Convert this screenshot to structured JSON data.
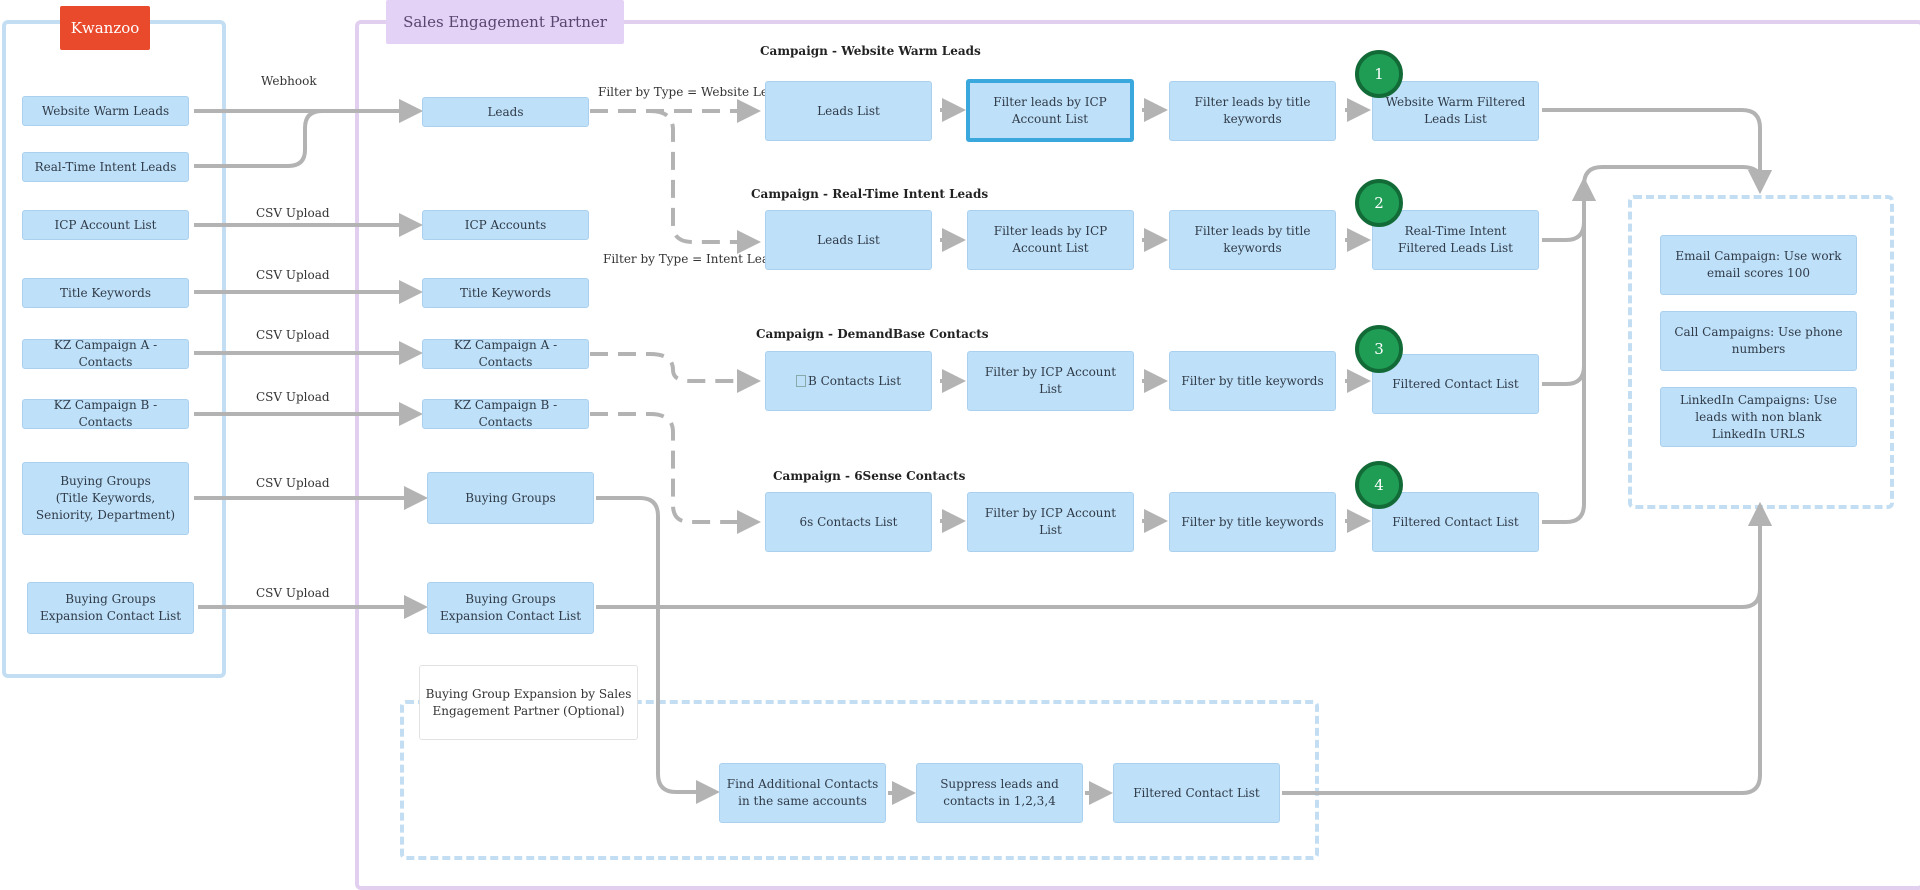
{
  "kwanzoo": {
    "tag": "Kwanzoo",
    "items": {
      "website_warm_leads": "Website Warm Leads",
      "real_time_intent_leads": "Real-Time Intent Leads",
      "icp_account_list": "ICP Account List",
      "title_keywords": "Title Keywords",
      "kz_campaign_a": "KZ Campaign A - Contacts",
      "kz_campaign_b": "KZ Campaign B - Contacts",
      "buying_groups": "Buying Groups\n(Title Keywords, Seniority, Department)",
      "buying_groups_expansion": "Buying Groups Expansion Contact List"
    }
  },
  "connectors": {
    "webhook": "Webhook",
    "csv_upload": "CSV Upload",
    "filter_website": "Filter by Type = Website Lead",
    "filter_intent": "Filter by Type = Intent Lead"
  },
  "sep": {
    "tag": "Sales Engagement Partner",
    "inputs": {
      "leads": "Leads",
      "icp_accounts": "ICP Accounts",
      "title_keywords": "Title Keywords",
      "kz_campaign_a": "KZ Campaign A - Contacts",
      "kz_campaign_b": "KZ Campaign B - Contacts",
      "buying_groups": "Buying Groups",
      "buying_groups_expansion": "Buying Groups Expansion Contact List"
    },
    "campaigns": [
      {
        "title": "Campaign - Website Warm Leads",
        "number": "1",
        "steps": [
          "Leads List",
          "Filter leads by ICP Account List",
          "Filter leads by title keywords",
          "Website Warm Filtered Leads List"
        ]
      },
      {
        "title": "Campaign - Real-Time Intent Leads",
        "number": "2",
        "steps": [
          "Leads List",
          "Filter leads by ICP Account List",
          "Filter leads by title keywords",
          "Real-Time Intent Filtered Leads List"
        ]
      },
      {
        "title": "Campaign - DemandBase Contacts",
        "number": "3",
        "steps": [
          "B Contacts List",
          "Filter  by ICP Account List",
          "Filter  by title keywords",
          "Filtered Contact List"
        ]
      },
      {
        "title": "Campaign - 6Sense Contacts",
        "number": "4",
        "steps": [
          "6s Contacts  List",
          "Filter  by ICP Account List",
          "Filter  by title keywords",
          "Filtered Contact List"
        ]
      }
    ],
    "expansion": {
      "label": "Buying Group Expansion by Sales Engagement Partner (Optional)",
      "steps": [
        "Find Additional Contacts in the same accounts",
        "Suppress leads and contacts in 1,2,3,4",
        "Filtered Contact List"
      ]
    },
    "outputs": [
      "Email Campaign: Use work email scores 100",
      "Call Campaigns: Use phone numbers",
      "LinkedIn Campaigns: Use leads with non blank LinkedIn URLS"
    ]
  },
  "colors": {
    "box_fill": "#bfe0f9",
    "kwanzoo_tag": "#ea4a2c",
    "sep_tag": "#e3d2f5",
    "badge": "#1f9d55",
    "arrow": "#b3b3b3"
  }
}
